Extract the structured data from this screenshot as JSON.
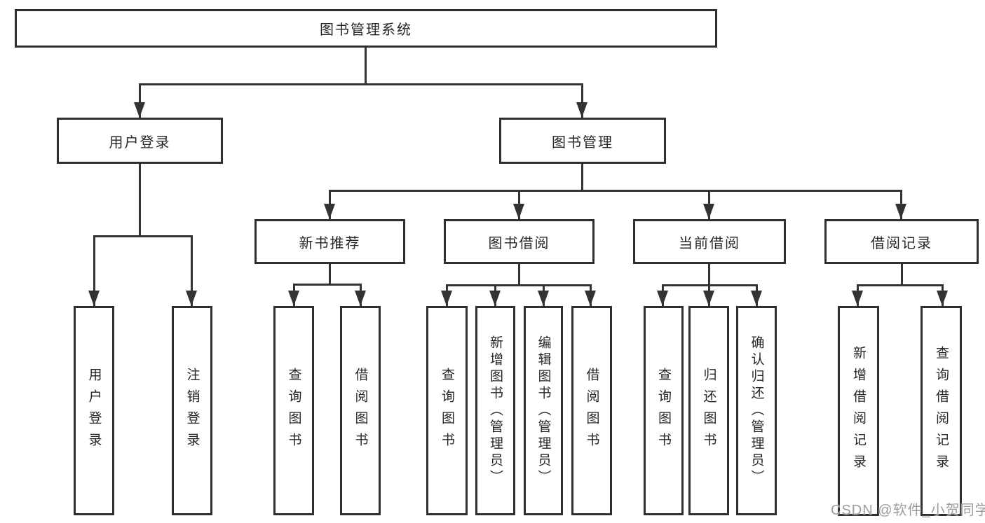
{
  "nodes": {
    "root": {
      "label": "图书管理系统"
    },
    "user_login": {
      "label": "用户登录"
    },
    "book_mgmt": {
      "label": "图书管理"
    },
    "new_book_rec": {
      "label": "新书推荐"
    },
    "book_borrow": {
      "label": "图书借阅"
    },
    "current_borrow": {
      "label": "当前借阅"
    },
    "borrow_records": {
      "label": "借阅记录"
    },
    "leaf_user_login": {
      "label": "用户登录"
    },
    "leaf_logout": {
      "label": "注销登录"
    },
    "leaf_nb_query": {
      "label": "查询图书"
    },
    "leaf_nb_borrow": {
      "label": "借阅图书"
    },
    "leaf_bb_query": {
      "label": "查询图书"
    },
    "leaf_bb_add": {
      "label": "新增图书（管理员）"
    },
    "leaf_bb_edit": {
      "label": "编辑图书（管理员）"
    },
    "leaf_bb_borrow": {
      "label": "借阅图书"
    },
    "leaf_cb_query": {
      "label": "查询图书"
    },
    "leaf_cb_return": {
      "label": "归还图书"
    },
    "leaf_cb_confirm": {
      "label": "确认归还（管理员）"
    },
    "leaf_br_add": {
      "label": "新增借阅记录"
    },
    "leaf_br_query": {
      "label": "查询借阅记录"
    }
  },
  "watermark": {
    "text": "CSDN @软件_小贺同学"
  },
  "colors": {
    "line": "#333333",
    "box_border": "#2f2f2f",
    "text": "#262626",
    "watermark": "#9c9c9c",
    "background": "#ffffff"
  }
}
